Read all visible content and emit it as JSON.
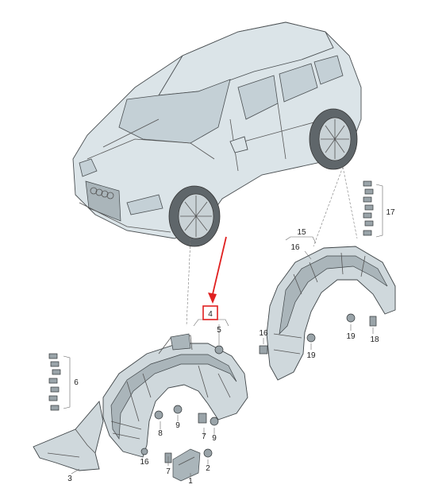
{
  "highlight_color": "#e02020",
  "callouts": [
    {
      "id": "c1",
      "text": "1"
    },
    {
      "id": "c2",
      "text": "2"
    },
    {
      "id": "c3",
      "text": "3"
    },
    {
      "id": "c4",
      "text": "4"
    },
    {
      "id": "c5",
      "text": "5"
    },
    {
      "id": "c6",
      "text": "6"
    },
    {
      "id": "c7a",
      "text": "7"
    },
    {
      "id": "c7b",
      "text": "7"
    },
    {
      "id": "c8",
      "text": "8"
    },
    {
      "id": "c9a",
      "text": "9"
    },
    {
      "id": "c9b",
      "text": "9"
    },
    {
      "id": "c15",
      "text": "15"
    },
    {
      "id": "c16a",
      "text": "16"
    },
    {
      "id": "c16b",
      "text": "16"
    },
    {
      "id": "c17",
      "text": "17"
    },
    {
      "id": "c18",
      "text": "18"
    },
    {
      "id": "c19a",
      "text": "19"
    },
    {
      "id": "c19b",
      "text": "19"
    }
  ]
}
